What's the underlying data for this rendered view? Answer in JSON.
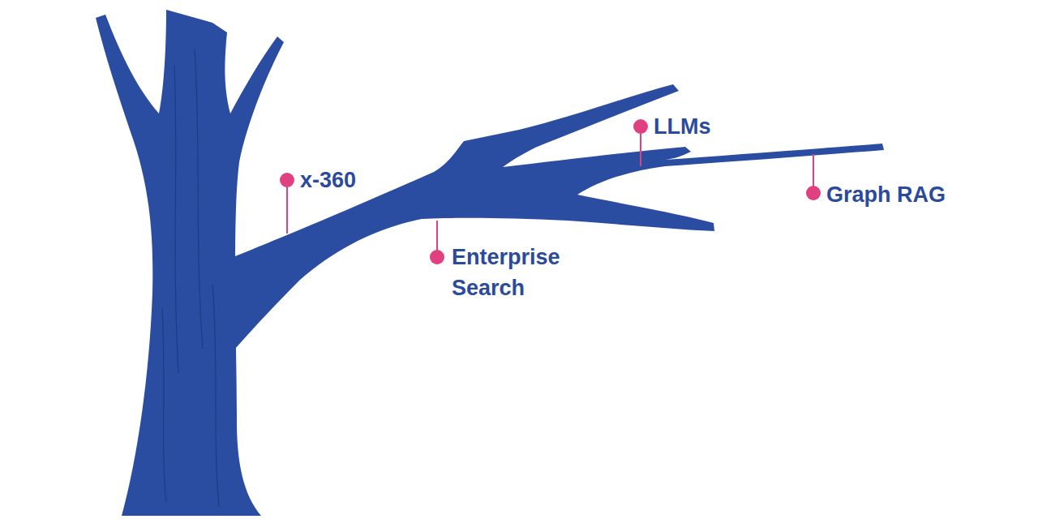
{
  "diagram": {
    "labels": [
      "LLMs",
      "x-360",
      "Graph RAG",
      "Enterprise Search"
    ]
  }
}
